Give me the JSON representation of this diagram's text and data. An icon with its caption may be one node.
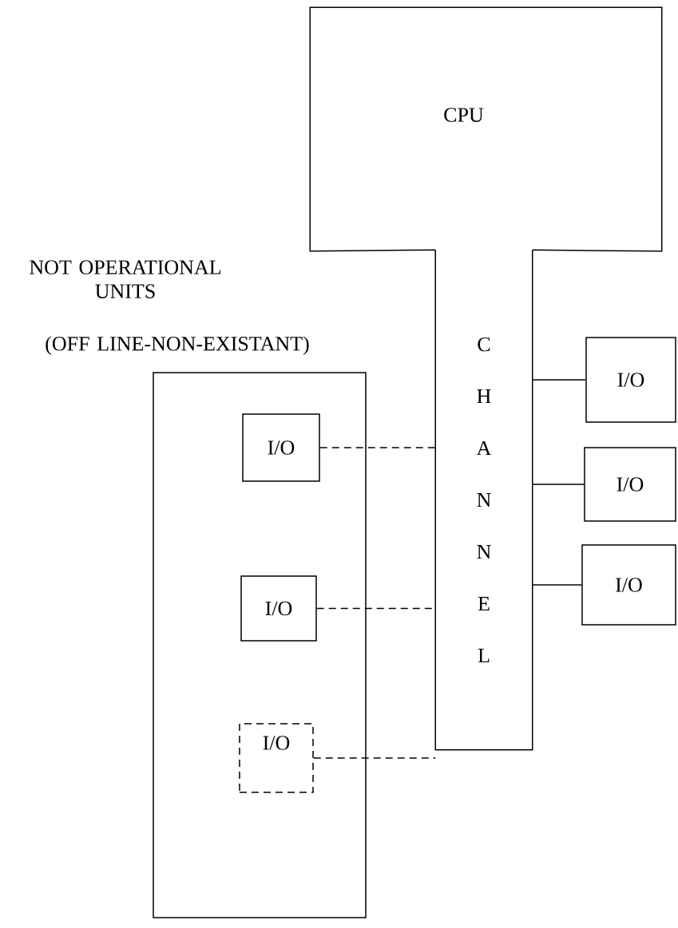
{
  "diagram": {
    "nodes": [
      {
        "text": [
          "CPU"
        ]
      },
      {
        "text": [
          "CHANNEL"
        ]
      },
      {
        "text": [],
        "shape": "box"
      },
      {
        "text": [
          "I/O"
        ],
        "in": 2
      },
      {
        "text": [
          "I/O"
        ],
        "in": 2
      },
      {
        "text": [
          "I/O"
        ],
        "in": 2
      },
      {
        "text": [
          "I/O"
        ]
      },
      {
        "text": [
          "I/O"
        ]
      },
      {
        "text": [
          "I/O"
        ]
      }
    ],
    "edges": [
      {
        "from": 3,
        "to": 1,
        "arrow": "none",
        "style": "dashed"
      },
      {
        "from": 4,
        "to": 1,
        "arrow": "none",
        "style": "dashed"
      },
      {
        "from": 5,
        "to": 1,
        "arrow": "none",
        "style": "dashed"
      },
      {
        "from": 1,
        "to": 6,
        "arrow": "none"
      },
      {
        "from": 1,
        "to": 7,
        "arrow": "none"
      },
      {
        "from": 1,
        "to": 8,
        "arrow": "none"
      }
    ],
    "labels": [
      "NOT OPERATIONAL UNITS",
      "(OFF LINE-NON-EXISTANT)"
    ]
  }
}
